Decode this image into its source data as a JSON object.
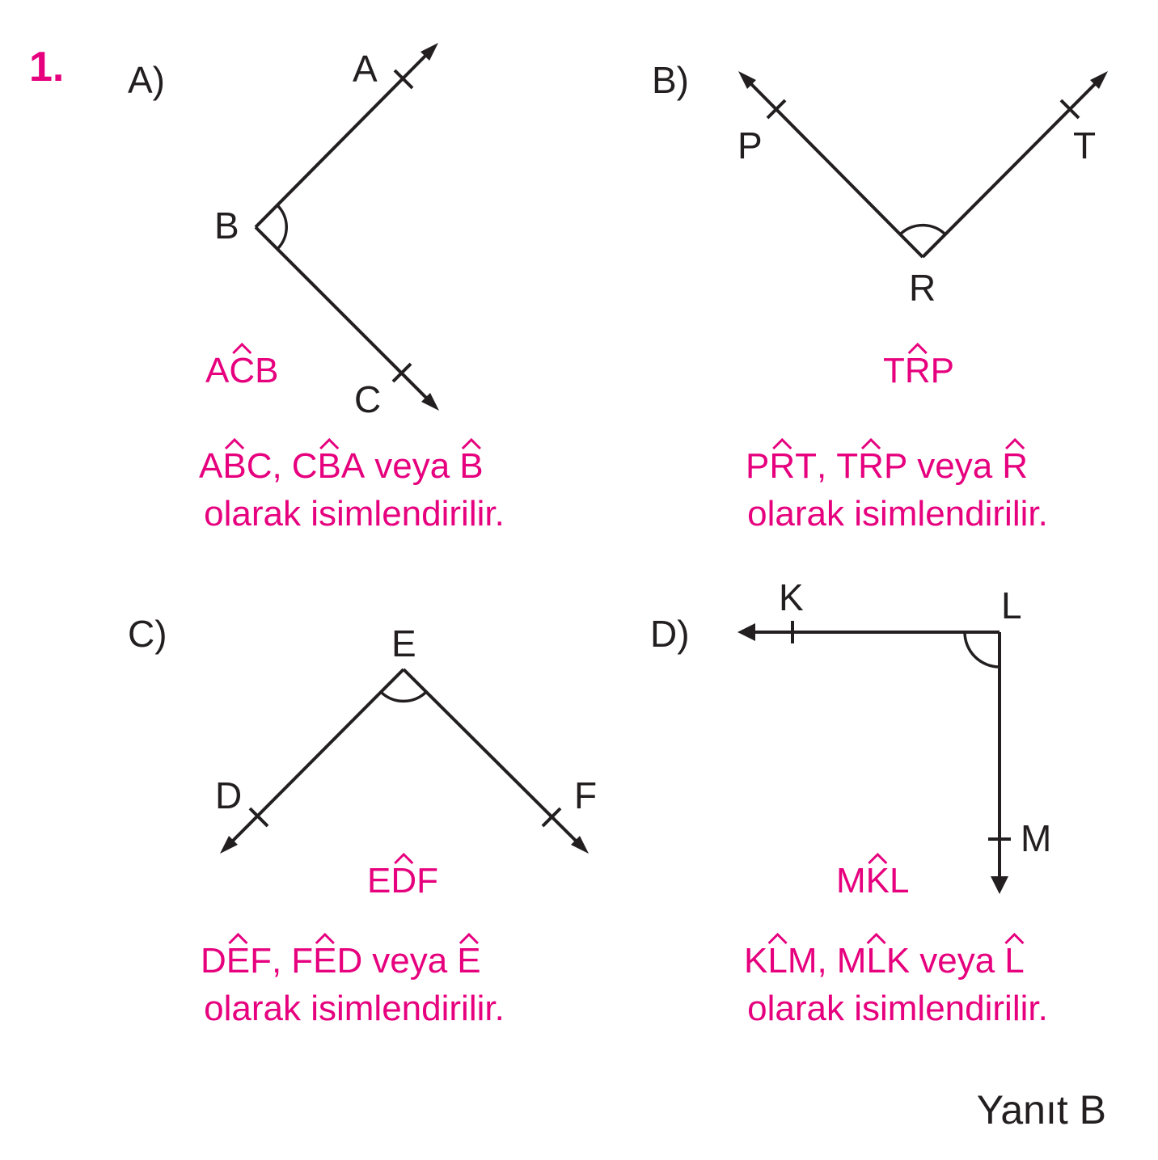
{
  "question_number": "1.",
  "answer": "Yanıt B",
  "colors": {
    "accent": "#e6007e",
    "ink": "#231f20"
  },
  "options": {
    "A": {
      "label": "A)",
      "points": {
        "A": "A",
        "B": "B",
        "C": "C"
      },
      "proposed": [
        {
          "letter": "A",
          "hat": false
        },
        {
          "letter": "C",
          "hat": true
        },
        {
          "letter": "B",
          "hat": false
        }
      ],
      "names": [
        [
          {
            "letter": "A",
            "hat": false
          },
          {
            "letter": "B",
            "hat": true
          },
          {
            "letter": "C",
            "hat": false
          }
        ],
        [
          {
            "letter": "C",
            "hat": false
          },
          {
            "letter": "B",
            "hat": true
          },
          {
            "letter": "A",
            "hat": false
          }
        ],
        [
          {
            "letter": "B",
            "hat": true
          }
        ]
      ],
      "conclusion": "olarak isimlendirilir."
    },
    "B": {
      "label": "B)",
      "points": {
        "P": "P",
        "R": "R",
        "T": "T"
      },
      "proposed": [
        {
          "letter": "T",
          "hat": false
        },
        {
          "letter": "R",
          "hat": true
        },
        {
          "letter": "P",
          "hat": false
        }
      ],
      "names": [
        [
          {
            "letter": "P",
            "hat": false
          },
          {
            "letter": "R",
            "hat": true
          },
          {
            "letter": "T",
            "hat": false
          }
        ],
        [
          {
            "letter": "T",
            "hat": false
          },
          {
            "letter": "R",
            "hat": true
          },
          {
            "letter": "P",
            "hat": false
          }
        ],
        [
          {
            "letter": "R",
            "hat": true
          }
        ]
      ],
      "conclusion": "olarak isimlendirilir."
    },
    "C": {
      "label": "C)",
      "points": {
        "D": "D",
        "E": "E",
        "F": "F"
      },
      "proposed": [
        {
          "letter": "E",
          "hat": false
        },
        {
          "letter": "D",
          "hat": true
        },
        {
          "letter": "F",
          "hat": false
        }
      ],
      "names": [
        [
          {
            "letter": "D",
            "hat": false
          },
          {
            "letter": "E",
            "hat": true
          },
          {
            "letter": "F",
            "hat": false
          }
        ],
        [
          {
            "letter": "F",
            "hat": false
          },
          {
            "letter": "E",
            "hat": true
          },
          {
            "letter": "D",
            "hat": false
          }
        ],
        [
          {
            "letter": "E",
            "hat": true
          }
        ]
      ],
      "conclusion": "olarak isimlendirilir."
    },
    "D": {
      "label": "D)",
      "points": {
        "K": "K",
        "L": "L",
        "M": "M"
      },
      "proposed": [
        {
          "letter": "M",
          "hat": false
        },
        {
          "letter": "K",
          "hat": true
        },
        {
          "letter": "L",
          "hat": false
        }
      ],
      "names": [
        [
          {
            "letter": "K",
            "hat": false
          },
          {
            "letter": "L",
            "hat": true
          },
          {
            "letter": "M",
            "hat": false
          }
        ],
        [
          {
            "letter": "M",
            "hat": false
          },
          {
            "letter": "L",
            "hat": true
          },
          {
            "letter": "K",
            "hat": false
          }
        ],
        [
          {
            "letter": "L",
            "hat": true
          }
        ]
      ],
      "conclusion": "olarak isimlendirilir."
    }
  },
  "separators": {
    "comma": ",",
    "or_word": "veya"
  }
}
